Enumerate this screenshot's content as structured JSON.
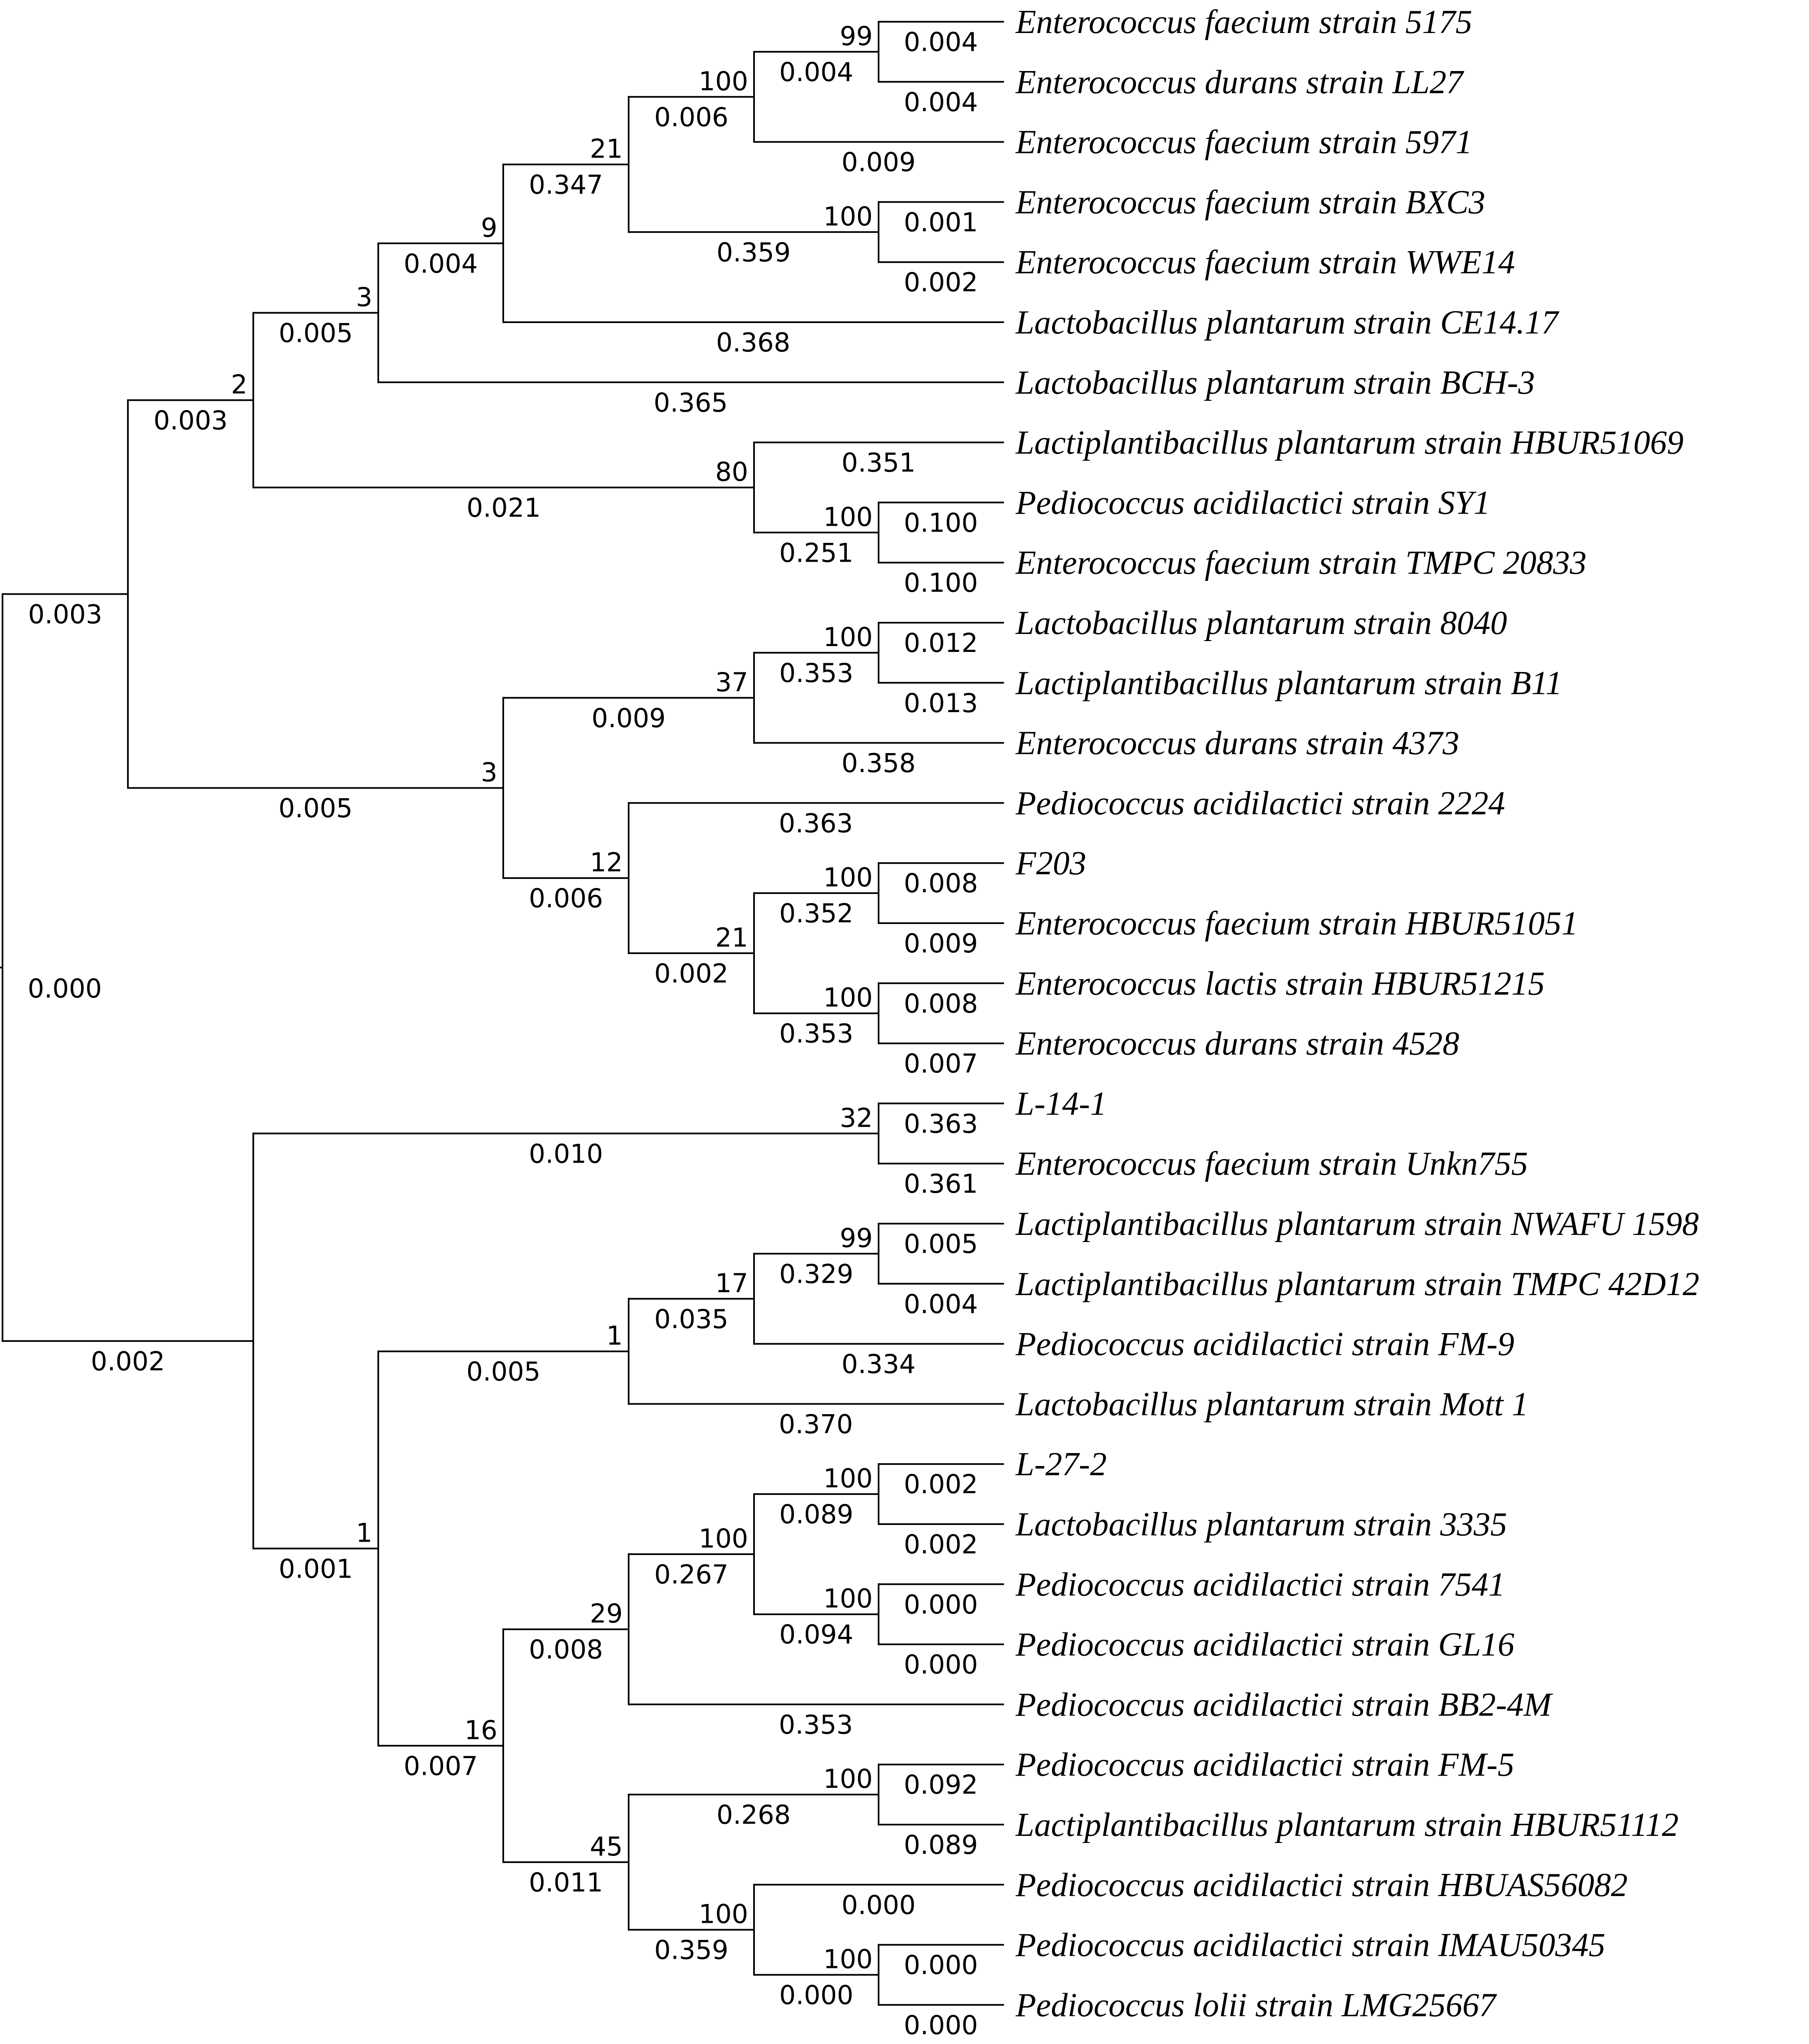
{
  "tree": {
    "id": "root",
    "blen": "0.000",
    "blen_color": "#000000",
    "children": [
      {
        "id": "c1",
        "blen": "0.003",
        "blen_color": "#000000",
        "children": [
          {
            "id": "c2",
            "blen": "0.003",
            "blen_color": "#000000",
            "bootstrap": "2",
            "children": [
              {
                "id": "c3",
                "blen": "0.005",
                "blen_color": "#000000",
                "bootstrap": "3",
                "children": [
                  {
                    "id": "c4",
                    "blen": "0.004",
                    "blen_color": "#000000",
                    "bootstrap": "9",
                    "children": [
                      {
                        "id": "c5",
                        "blen": "0.347",
                        "blen_color": "#000000",
                        "bootstrap": "21",
                        "children": [
                          {
                            "id": "c6",
                            "blen": "0.006",
                            "blen_color": "#000000",
                            "bootstrap": "100",
                            "children": [
                              {
                                "id": "c7",
                                "blen": "0.004",
                                "blen_color": "#000000",
                                "bootstrap": "99",
                                "children": [
                                  {
                                    "id": "t1",
                                    "label": "Enterococcus faecium strain 5175",
                                    "blen": "0.004",
                                    "blen_color": "#000000"
                                  },
                                  {
                                    "id": "t2",
                                    "label": "Enterococcus durans strain LL27",
                                    "blen": "0.004",
                                    "blen_color": "#000000"
                                  }
                                ]
                              },
                              {
                                "id": "t3",
                                "label": "Enterococcus faecium strain 5971",
                                "blen": "0.009",
                                "blen_color": "#000000"
                              }
                            ]
                          },
                          {
                            "id": "c8",
                            "blen": "0.359",
                            "blen_color": "#000000",
                            "bootstrap": "100",
                            "children": [
                              {
                                "id": "t4",
                                "label": "Enterococcus faecium strain BXC3",
                                "blen": "0.001",
                                "blen_color": "#000000"
                              },
                              {
                                "id": "t5",
                                "label": "Enterococcus faecium strain WWE14",
                                "blen": "0.002",
                                "blen_color": "#000000"
                              }
                            ]
                          }
                        ]
                      },
                      {
                        "id": "t6",
                        "label": "Lactobacillus plantarum strain CE14.17",
                        "blen": "0.368",
                        "blen_color": "#000000"
                      }
                    ]
                  },
                  {
                    "id": "t7",
                    "label": "Lactobacillus plantarum strain BCH-3",
                    "blen": "0.365",
                    "blen_color": "#000000"
                  }
                ]
              },
              {
                "id": "c9",
                "blen": "0.021",
                "blen_color": "#000000",
                "bootstrap": "80",
                "children": [
                  {
                    "id": "t8",
                    "label": "Lactiplantibacillus plantarum strain HBUR51069",
                    "blen": "0.351",
                    "blen_color": "#000000"
                  },
                  {
                    "id": "c10",
                    "blen": "0.251",
                    "blen_color": "#000000",
                    "bootstrap": "100",
                    "children": [
                      {
                        "id": "t9",
                        "label": "Pediococcus acidilactici strain SY1",
                        "blen": "0.100",
                        "blen_color": "#000000"
                      },
                      {
                        "id": "t10",
                        "label": "Enterococcus faecium strain TMPC 20833",
                        "blen": "0.100",
                        "blen_color": "#000000"
                      }
                    ]
                  }
                ]
              }
            ]
          },
          {
            "id": "c11",
            "blen": "0.005",
            "blen_color": "#000000",
            "bootstrap": "3",
            "children": [
              {
                "id": "c12",
                "blen": "0.009",
                "blen_color": "#000000",
                "bootstrap": "37",
                "children": [
                  {
                    "id": "c13",
                    "blen": "0.353",
                    "blen_color": "#000000",
                    "bootstrap": "100",
                    "children": [
                      {
                        "id": "t11",
                        "label": "Lactobacillus plantarum strain 8040",
                        "blen": "0.012",
                        "blen_color": "#000000"
                      },
                      {
                        "id": "t12",
                        "label": "Lactiplantibacillus plantarum strain B11",
                        "blen": "0.013",
                        "blen_color": "#000000"
                      }
                    ]
                  },
                  {
                    "id": "t13",
                    "label": "Enterococcus durans strain 4373",
                    "blen": "0.358",
                    "blen_color": "#000000"
                  }
                ]
              },
              {
                "id": "c14",
                "blen": "0.006",
                "blen_color": "#000000",
                "bootstrap": "12",
                "children": [
                  {
                    "id": "t14",
                    "label": "Pediococcus acidilactici strain 2224",
                    "blen": "0.363",
                    "blen_color": "#000000"
                  },
                  {
                    "id": "c15",
                    "blen": "0.002",
                    "blen_color": "#000000",
                    "bootstrap": "21",
                    "children": [
                      {
                        "id": "c16",
                        "blen": "0.352",
                        "blen_color": "#000000",
                        "bootstrap": "100",
                        "children": [
                          {
                            "id": "t15",
                            "label": "F203",
                            "blen": "0.008",
                            "blen_color": "#000000"
                          },
                          {
                            "id": "t16",
                            "label": "Enterococcus faecium strain HBUR51051",
                            "blen": "0.009",
                            "blen_color": "#000000"
                          }
                        ]
                      },
                      {
                        "id": "c17",
                        "blen": "0.353",
                        "blen_color": "#000000",
                        "bootstrap": "100",
                        "children": [
                          {
                            "id": "t17",
                            "label": "Enterococcus lactis strain HBUR51215",
                            "blen": "0.008",
                            "blen_color": "#000000"
                          },
                          {
                            "id": "t18",
                            "label": "Enterococcus durans strain 4528",
                            "blen": "0.007",
                            "blen_color": "#000000"
                          }
                        ]
                      }
                    ]
                  }
                ]
              }
            ]
          }
        ]
      },
      {
        "id": "c18",
        "blen": "0.002",
        "blen_color": "#000000",
        "children": [
          {
            "id": "c19",
            "blen": "0.010",
            "blen_color": "#000000",
            "bootstrap": "32",
            "children": [
              {
                "id": "t19",
                "label": "L-14-1",
                "blen": "0.363",
                "blen_color": "#000000"
              },
              {
                "id": "t20",
                "label": "Enterococcus faecium strain Unkn755",
                "blen": "0.361",
                "blen_color": "#000000"
              }
            ]
          },
          {
            "id": "c20",
            "blen": "0.001",
            "blen_color": "#000000",
            "bootstrap": "1",
            "children": [
              {
                "id": "c21",
                "blen": "0.005",
                "blen_color": "#000000",
                "bootstrap": "1",
                "children": [
                  {
                    "id": "c22",
                    "blen": "0.035",
                    "blen_color": "#000000",
                    "bootstrap": "17",
                    "children": [
                      {
                        "id": "c23",
                        "blen": "0.329",
                        "blen_color": "#000000",
                        "bootstrap": "99",
                        "children": [
                          {
                            "id": "t21",
                            "label": "Lactiplantibacillus plantarum strain NWAFU 1598",
                            "blen": "0.005",
                            "blen_color": "#000000"
                          },
                          {
                            "id": "t22",
                            "label": "Lactiplantibacillus plantarum strain TMPC 42D12",
                            "blen": "0.004",
                            "blen_color": "#000000"
                          }
                        ]
                      },
                      {
                        "id": "t23",
                        "label": "Pediococcus acidilactici strain FM-9",
                        "blen": "0.334",
                        "blen_color": "#000000"
                      }
                    ]
                  },
                  {
                    "id": "t24",
                    "label": "Lactobacillus plantarum strain Mott 1",
                    "blen": "0.370",
                    "blen_color": "#000000"
                  }
                ]
              },
              {
                "id": "c24",
                "blen": "0.007",
                "blen_color": "#000000",
                "bootstrap": "16",
                "children": [
                  {
                    "id": "c25",
                    "blen": "0.008",
                    "blen_color": "#000000",
                    "bootstrap": "29",
                    "children": [
                      {
                        "id": "c26",
                        "blen": "0.267",
                        "blen_color": "#000000",
                        "bootstrap": "100",
                        "children": [
                          {
                            "id": "c27",
                            "blen": "0.089",
                            "blen_color": "#000000",
                            "bootstrap": "100",
                            "children": [
                              {
                                "id": "t25",
                                "label": "L-27-2",
                                "blen": "0.002",
                                "blen_color": "#000000"
                              },
                              {
                                "id": "t26",
                                "label": "Lactobacillus plantarum strain 3335",
                                "blen": "0.002",
                                "blen_color": "#000000"
                              }
                            ]
                          },
                          {
                            "id": "c28",
                            "blen": "0.094",
                            "blen_color": "#000000",
                            "bootstrap": "100",
                            "children": [
                              {
                                "id": "t27",
                                "label": "Pediococcus acidilactici strain 7541",
                                "blen": "0.000",
                                "blen_color": "#7a7a7a"
                              },
                              {
                                "id": "t28",
                                "label": "Pediococcus acidilactici strain GL16",
                                "blen": "0.000",
                                "blen_color": "#7a7a7a"
                              }
                            ]
                          }
                        ]
                      },
                      {
                        "id": "t29",
                        "label": "Pediococcus acidilactici strain BB2-4M",
                        "blen": "0.353",
                        "blen_color": "#000000"
                      }
                    ]
                  },
                  {
                    "id": "c29",
                    "blen": "0.011",
                    "blen_color": "#000000",
                    "bootstrap": "45",
                    "children": [
                      {
                        "id": "c30",
                        "blen": "0.268",
                        "blen_color": "#000000",
                        "bootstrap": "100",
                        "children": [
                          {
                            "id": "t30",
                            "label": "Pediococcus acidilactici strain FM-5",
                            "blen": "0.092",
                            "blen_color": "#000000"
                          },
                          {
                            "id": "t31",
                            "label": "Lactiplantibacillus plantarum strain HBUR51112",
                            "blen": "0.089",
                            "blen_color": "#000000"
                          }
                        ]
                      },
                      {
                        "id": "c31",
                        "blen": "0.359",
                        "blen_color": "#000000",
                        "bootstrap": "100",
                        "children": [
                          {
                            "id": "t32",
                            "label": "Pediococcus acidilactici strain HBUAS56082",
                            "blen": "0.000",
                            "blen_color": "#7a7a7a"
                          },
                          {
                            "id": "c32",
                            "blen": "0.000",
                            "blen_color": "#7a7a7a",
                            "bootstrap": "100",
                            "children": [
                              {
                                "id": "t33",
                                "label": "Pediococcus acidilactici strain IMAU50345",
                                "blen": "0.000",
                                "blen_color": "#7a7a7a"
                              },
                              {
                                "id": "t34",
                                "label": "Pediococcus lolii strain LMG25667",
                                "blen": "0.000",
                                "blen_color": "#7a7a7a"
                              }
                            ]
                          }
                        ]
                      }
                    ]
                  }
                ]
              }
            ]
          }
        ]
      }
    ]
  }
}
